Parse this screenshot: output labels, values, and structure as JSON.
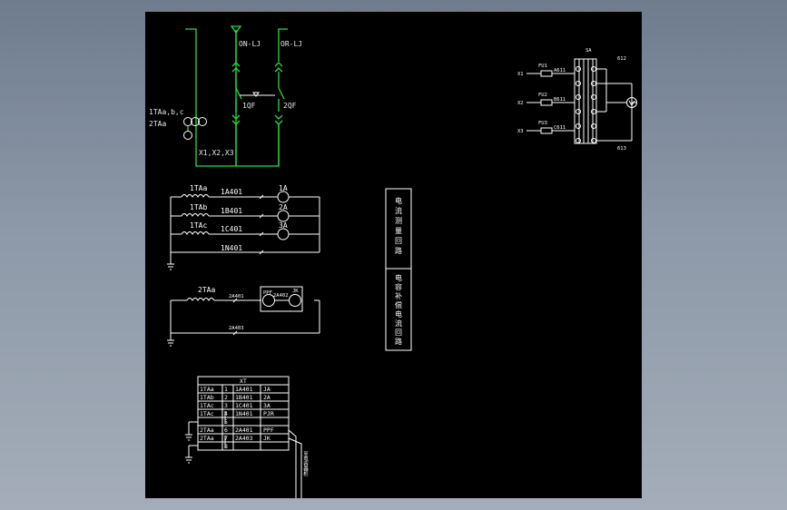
{
  "schematic": {
    "bus_labels": {
      "ts1": "1TAa,b,c",
      "ts2": "2TAa",
      "x": "X1,X2,X3"
    },
    "breakers": {
      "on_feed": "ON-LJ",
      "or_feed": "OR-LJ",
      "b1": "1QF",
      "b2": "2QF"
    }
  },
  "measure_circuit": {
    "phases": [
      {
        "ct": "1TAa",
        "wire": "1A401",
        "meter": "1A"
      },
      {
        "ct": "1TAb",
        "wire": "1B401",
        "meter": "2A"
      },
      {
        "ct": "1TAc",
        "wire": "1C401",
        "meter": "3A"
      }
    ],
    "neutral": "1N401"
  },
  "metering_circuit": {
    "ct": "2TAa",
    "wire_in": "2A401",
    "meter_name": "PPF",
    "wire_mid": "2A402",
    "meter_code": "JK",
    "wire_return": "2A403"
  },
  "title_blocks": {
    "block1": "电流测量回路",
    "block2": "电容补偿电流回路"
  },
  "terminal_table": {
    "title": "XT",
    "rows": [
      {
        "src": "1TAa",
        "no": "1",
        "wire": "1A401",
        "dest": "JA"
      },
      {
        "src": "1TAb",
        "no": "2",
        "wire": "1B401",
        "dest": "2A"
      },
      {
        "src": "1TAc",
        "no": "3",
        "wire": "1C401",
        "dest": "3A"
      },
      {
        "src": "1TAc",
        "no": "4",
        "wire": "1N401",
        "dest": "PJR"
      },
      {
        "src": "",
        "no": "5",
        "wire": "",
        "dest": ""
      },
      {
        "src": "2TAa",
        "no": "6",
        "wire": "2A401",
        "dest": "PPF"
      },
      {
        "src": "2TAa",
        "no": "7",
        "wire": "2A403",
        "dest": "JK"
      },
      {
        "src": "",
        "no": "8",
        "wire": "",
        "dest": ""
      }
    ],
    "cable_label": "至电容器柜"
  },
  "voltage_switch": {
    "switch": "SA",
    "phases": [
      {
        "in": "X1",
        "fuse": "FU1",
        "wire": "A611"
      },
      {
        "in": "X2",
        "fuse": "FU2",
        "wire": "B611"
      },
      {
        "in": "X3",
        "fuse": "FU3",
        "wire": "C611"
      }
    ],
    "out_top": "612",
    "out_bottom": "613",
    "meter": "V"
  }
}
